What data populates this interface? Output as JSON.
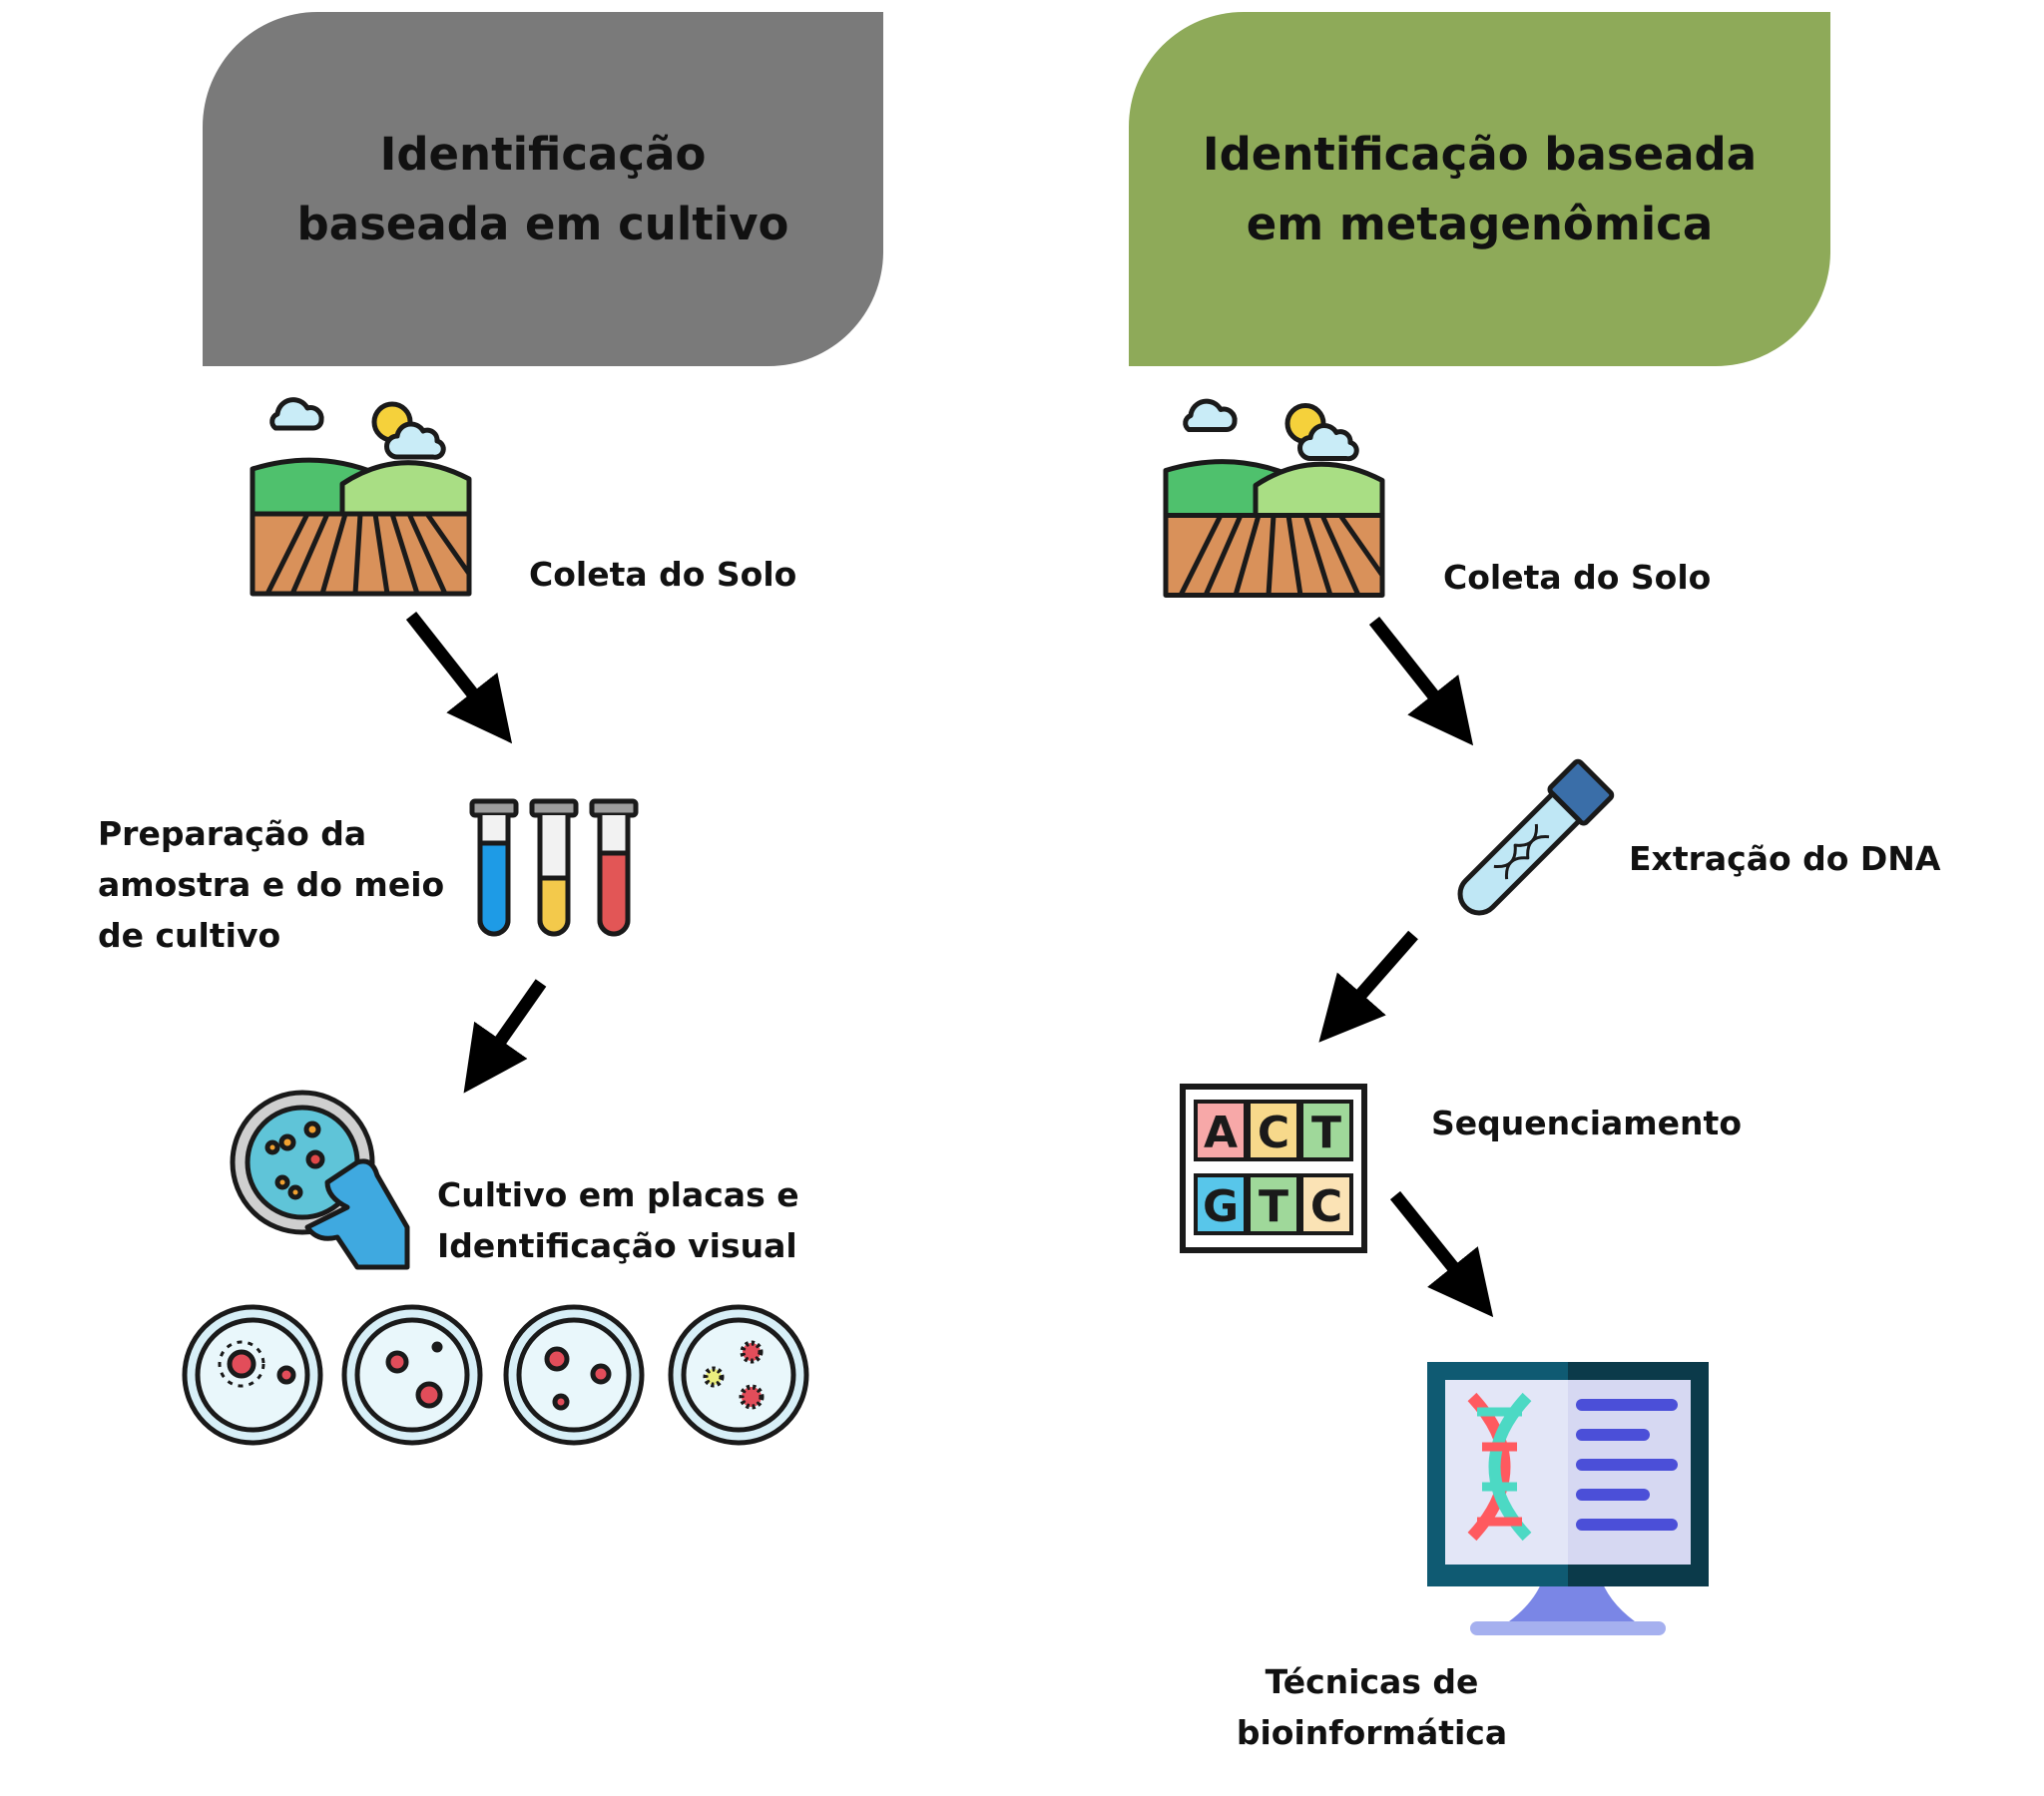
{
  "left": {
    "title_line1": "Identificação",
    "title_line2": "baseada em cultivo",
    "step1": "Coleta do Solo",
    "step2_line1": "Preparação da",
    "step2_line2": "amostra e do meio",
    "step2_line3": "de cultivo",
    "step3_line1": "Cultivo em placas e",
    "step3_line2": "Identificação visual"
  },
  "right": {
    "title_line1": "Identificação baseada",
    "title_line2": "em metagenômica",
    "step1": "Coleta do Solo",
    "step2": "Extração do DNA",
    "step3": "Sequenciamento",
    "step4_line1": "Técnicas de",
    "step4_line2": "bioinformática"
  },
  "dna_letters": [
    "A",
    "C",
    "T",
    "G",
    "T",
    "C"
  ],
  "colors": {
    "left_header": "#7a7a7a",
    "right_header": "#8eaa59",
    "arrow": "#000000"
  }
}
